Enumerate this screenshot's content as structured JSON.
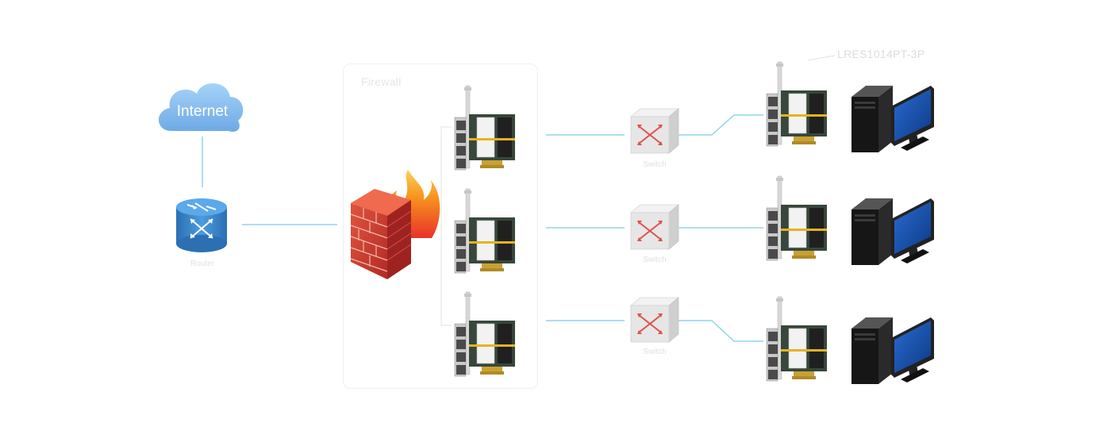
{
  "diagram": {
    "cloud_label": "Internet",
    "router_caption": "Router",
    "firewall_box_title": "Firewall",
    "switch_caption": "Switch",
    "nic_model_label": "LRES1014PT-3P",
    "colors": {
      "link": "#8fd3ef",
      "cloud": "#86bff0",
      "router": "#3a86cf",
      "brick": "#d9443c",
      "flame": "#f39a2f",
      "switch_face": "#e4e4e4",
      "monitor_screen": "#1850a8",
      "tower": "#1e1e1e"
    },
    "icons": [
      "cloud-icon",
      "router-icon",
      "firewall-icon",
      "nic-card-icon",
      "switch-icon",
      "desktop-pc-icon"
    ]
  }
}
